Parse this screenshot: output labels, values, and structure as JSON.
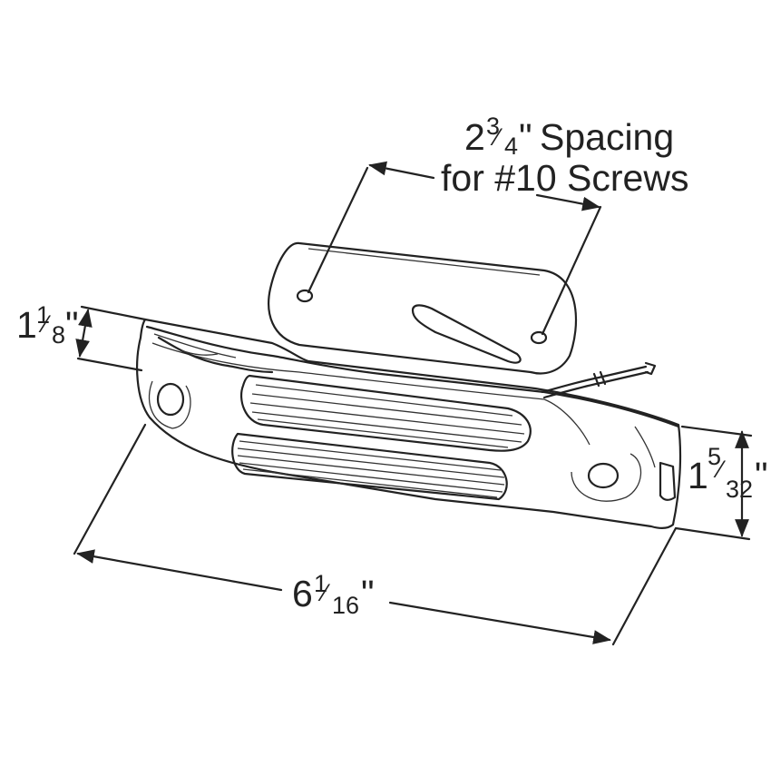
{
  "dimensions": {
    "spacing": {
      "whole": "2",
      "num": "3",
      "slash": "⁄",
      "den": "4",
      "unit": "\"",
      "word": "Spacing",
      "line2": "for #10 Screws"
    },
    "height_left": {
      "whole": "1",
      "num": "1",
      "slash": "⁄",
      "den": "8",
      "unit": "\""
    },
    "height_right": {
      "whole": "1",
      "num": "5",
      "slash": "⁄",
      "den": "32",
      "unit": "\""
    },
    "length": {
      "whole": "6",
      "num": "1",
      "slash": "⁄",
      "den": "16",
      "unit": "\""
    }
  }
}
